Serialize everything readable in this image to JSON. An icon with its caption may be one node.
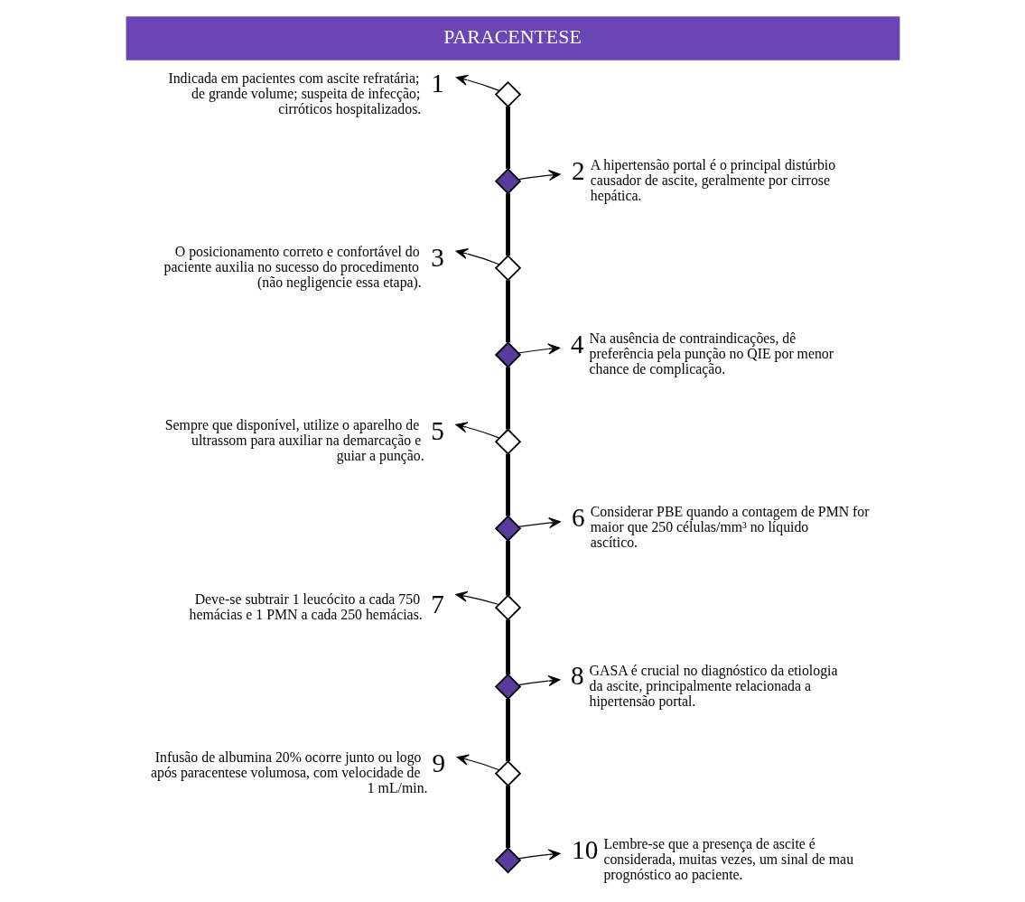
{
  "diagram": {
    "title": "PARACENTESE",
    "nodes": [
      {
        "text": [],
        "shape": "diamond"
      },
      {
        "text": [
          "1"
        ],
        "beside": [
          "Indicada em pacientes com ascite refratária; de grande volume; suspeita de infecção; cirróticos hospitalizados."
        ]
      },
      {
        "text": [],
        "shape": "diamond"
      },
      {
        "text": [
          "2"
        ],
        "beside": [
          "A hipertensão portal é o principal distúrbio causador de ascite, geralmente por cirrose hepática."
        ]
      },
      {
        "text": [],
        "shape": "diamond"
      },
      {
        "text": [
          "3"
        ],
        "beside": [
          "O posicionamento correto e confortável do paciente auxilia no sucesso do procedimento (não negligencie essa etapa)."
        ]
      },
      {
        "text": [],
        "shape": "diamond"
      },
      {
        "text": [
          "4"
        ],
        "beside": [
          "Na ausência de contraindicações, dê preferência pela punção no QIE por menor chance de complicação."
        ]
      },
      {
        "text": [],
        "shape": "diamond"
      },
      {
        "text": [
          "5"
        ],
        "beside": [
          "Sempre que disponível, utilize o aparelho de ultrassom para auxiliar na demarcação e guiar a punção."
        ]
      },
      {
        "text": [],
        "shape": "diamond"
      },
      {
        "text": [
          "6"
        ],
        "beside": [
          "Considerar PBE quando a contagem de PMN for maior que 250 células/mm³ no líquido ascítico."
        ]
      },
      {
        "text": [],
        "shape": "diamond"
      },
      {
        "text": [
          "7"
        ],
        "beside": [
          "Deve-se subtrair 1 leucócito a cada 750 hemácias e 1 PMN a cada 250 hemácias."
        ]
      },
      {
        "text": [],
        "shape": "diamond"
      },
      {
        "text": [
          "8"
        ],
        "beside": [
          "GASA é crucial no diagnóstico da etiologia da ascite, principalmente relacionada a hipertensão portal."
        ]
      },
      {
        "text": [],
        "shape": "diamond"
      },
      {
        "text": [
          "9"
        ],
        "beside": [
          "Infusão de albumina 20% ocorre junto ou logo após paracentese volumosa, com velocidade de 1 mL/min."
        ]
      },
      {
        "text": [],
        "shape": "diamond"
      },
      {
        "text": [
          "10"
        ],
        "beside": [
          "Lembre-se que a presença de ascite é considerada, muitas vezes, um sinal de mau prognóstico ao paciente."
        ]
      }
    ],
    "edges": [
      {
        "from": 0,
        "to": 1,
        "arrow": "to"
      },
      {
        "from": 0,
        "to": 2,
        "arrow": "none",
        "style": "thick"
      },
      {
        "from": 2,
        "to": 3,
        "arrow": "to"
      },
      {
        "from": 2,
        "to": 4,
        "arrow": "none",
        "style": "thick"
      },
      {
        "from": 4,
        "to": 5,
        "arrow": "to"
      },
      {
        "from": 4,
        "to": 6,
        "arrow": "none",
        "style": "thick"
      },
      {
        "from": 6,
        "to": 7,
        "arrow": "to"
      },
      {
        "from": 6,
        "to": 8,
        "arrow": "none",
        "style": "thick"
      },
      {
        "from": 8,
        "to": 9,
        "arrow": "to"
      },
      {
        "from": 8,
        "to": 10,
        "arrow": "none",
        "style": "thick"
      },
      {
        "from": 10,
        "to": 11,
        "arrow": "to"
      },
      {
        "from": 10,
        "to": 12,
        "arrow": "none",
        "style": "thick"
      },
      {
        "from": 12,
        "to": 13,
        "arrow": "to"
      },
      {
        "from": 12,
        "to": 14,
        "arrow": "none",
        "style": "thick"
      },
      {
        "from": 14,
        "to": 15,
        "arrow": "to"
      },
      {
        "from": 14,
        "to": 16,
        "arrow": "none",
        "style": "thick"
      },
      {
        "from": 16,
        "to": 17,
        "arrow": "to"
      },
      {
        "from": 16,
        "to": 18,
        "arrow": "none",
        "style": "thick"
      },
      {
        "from": 18,
        "to": 19,
        "arrow": "to"
      }
    ]
  }
}
